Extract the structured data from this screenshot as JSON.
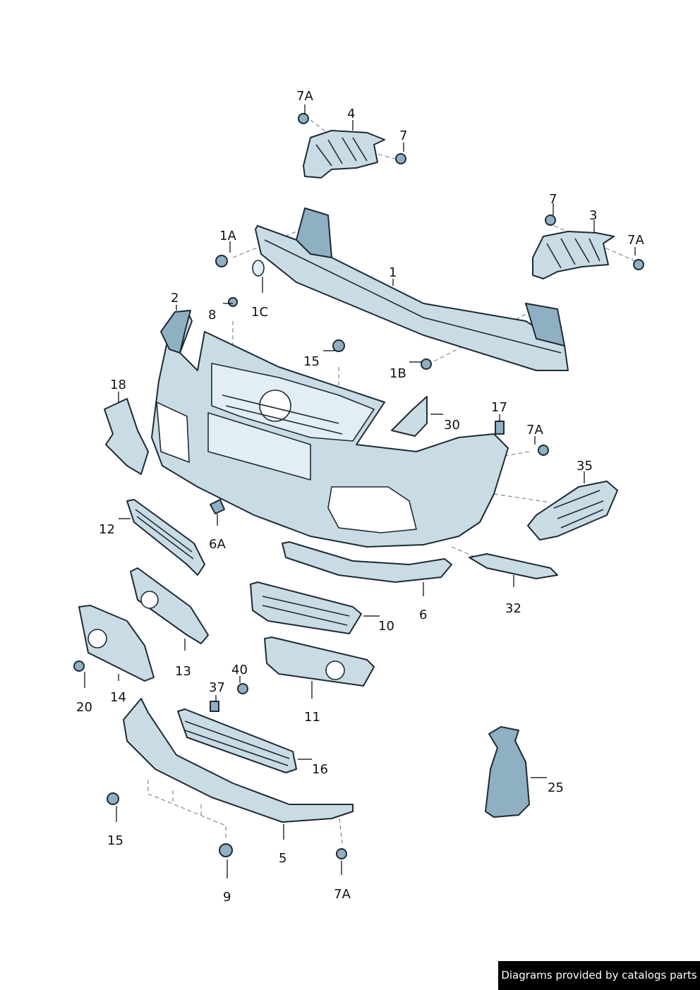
{
  "diagram": {
    "labels": {
      "p1": "1",
      "p1A": "1A",
      "p1B": "1B",
      "p1C": "1C",
      "p2": "2",
      "p3": "3",
      "p4": "4",
      "p5": "5",
      "p6": "6",
      "p6A": "6A",
      "p7_top": "7",
      "p7_right": "7",
      "p7A_top": "7A",
      "p7A_right": "7A",
      "p7A_mid": "7A",
      "p7A_bottom": "7A",
      "p8": "8",
      "p9": "9",
      "p10": "10",
      "p11": "11",
      "p12": "12",
      "p13": "13",
      "p14": "14",
      "p15_mid": "15",
      "p15_bottom": "15",
      "p16": "16",
      "p17": "17",
      "p18": "18",
      "p20": "20",
      "p25": "25",
      "p30": "30",
      "p32": "32",
      "p35": "35",
      "p37": "37",
      "p40": "40"
    }
  },
  "footer": {
    "credit": "Diagrams provided by catalogs parts"
  }
}
